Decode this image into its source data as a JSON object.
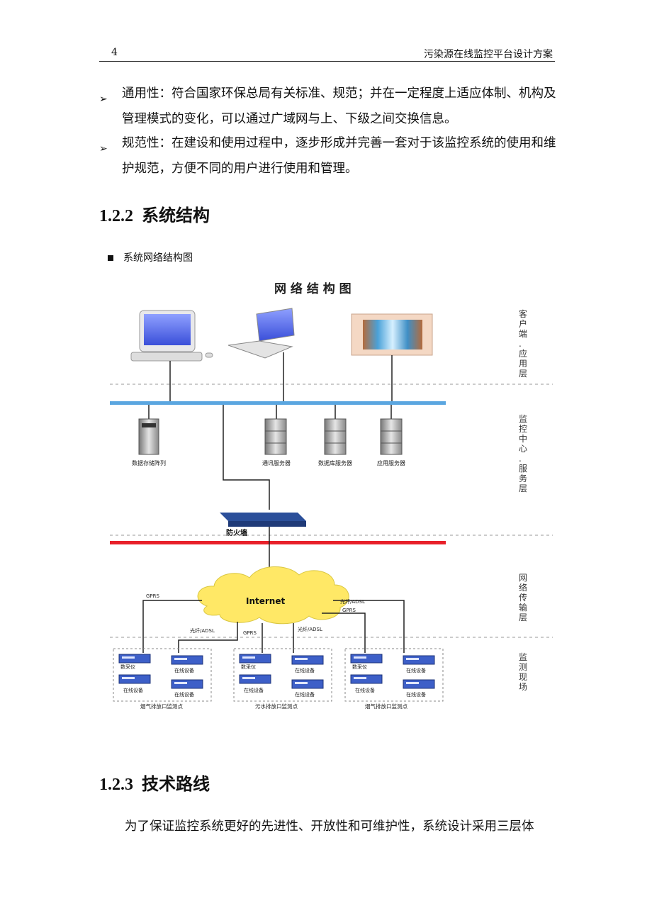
{
  "header": {
    "page_number": "4",
    "doc_title": "污染源在线监控平台设计方案"
  },
  "bullets": [
    {
      "text": "通用性：符合国家环保总局有关标准、规范；并在一定程度上适应体制、机构及管理模式的变化，可以通过广域网与上、下级之间交换信息。"
    },
    {
      "text": "规范性：在建设和使用过程中，逐步形成并完善一套对于该监控系统的使用和维护规范，方便不同的用户进行使用和管理。"
    }
  ],
  "section_122": {
    "number": "1.2.2",
    "title": "系统结构"
  },
  "figure_label": "系统网络结构图",
  "diagram": {
    "title": "网 络 结 构 图",
    "layers": [
      "客户端.应用层",
      "监控中心.服务层",
      "网络传输层",
      "监测现场"
    ],
    "servers": [
      "数据存储阵列",
      "通讯服务器",
      "数据库服务器",
      "应用服务器"
    ],
    "firewall": "防火墙",
    "internet": "Internet",
    "links": {
      "gprs": "GPRS",
      "fiber_adsl": "光纤/ADSL"
    },
    "device_labels": {
      "collector": "数采仪",
      "online": "在线设备"
    },
    "sites": [
      "烟气排放口监测点",
      "污水排放口监测点",
      "烟气排放口监测点"
    ]
  },
  "section_123": {
    "number": "1.2.3",
    "title": "技术路线"
  },
  "paragraph": "为了保证监控系统更好的先进性、开放性和可维护性，系统设计采用三层体",
  "colors": {
    "lan_bus": "#5aa6e0",
    "dmz_bus": "#e8202a",
    "firewall": "#2b4f9a",
    "cloud": "#ffe866"
  }
}
